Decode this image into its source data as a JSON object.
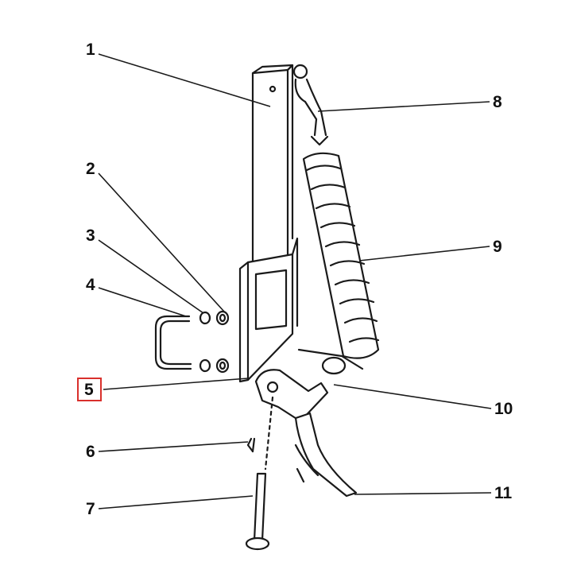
{
  "callouts": [
    {
      "id": "1",
      "label": "1"
    },
    {
      "id": "2",
      "label": "2"
    },
    {
      "id": "3",
      "label": "3"
    },
    {
      "id": "4",
      "label": "4"
    },
    {
      "id": "5",
      "label": "5",
      "highlighted": true
    },
    {
      "id": "6",
      "label": "6"
    },
    {
      "id": "7",
      "label": "7"
    },
    {
      "id": "8",
      "label": "8"
    },
    {
      "id": "9",
      "label": "9"
    },
    {
      "id": "10",
      "label": "10"
    },
    {
      "id": "11",
      "label": "11"
    }
  ],
  "colors": {
    "ink": "#1a1a1a",
    "highlight": "#d9302c",
    "background": "#ffffff"
  }
}
